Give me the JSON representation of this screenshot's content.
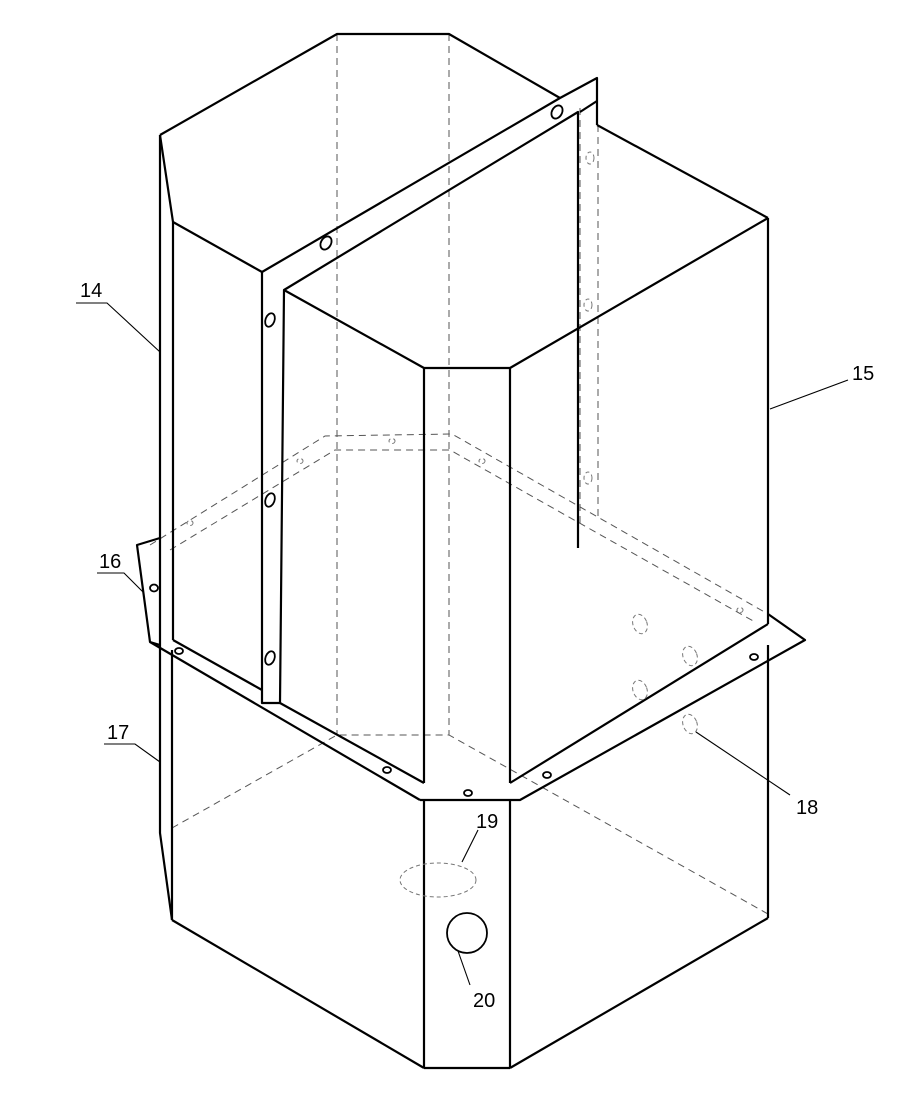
{
  "labels": {
    "l14": "14",
    "l15": "15",
    "l16": "16",
    "l17": "17",
    "l18": "18",
    "l19": "19",
    "l20": "20"
  }
}
